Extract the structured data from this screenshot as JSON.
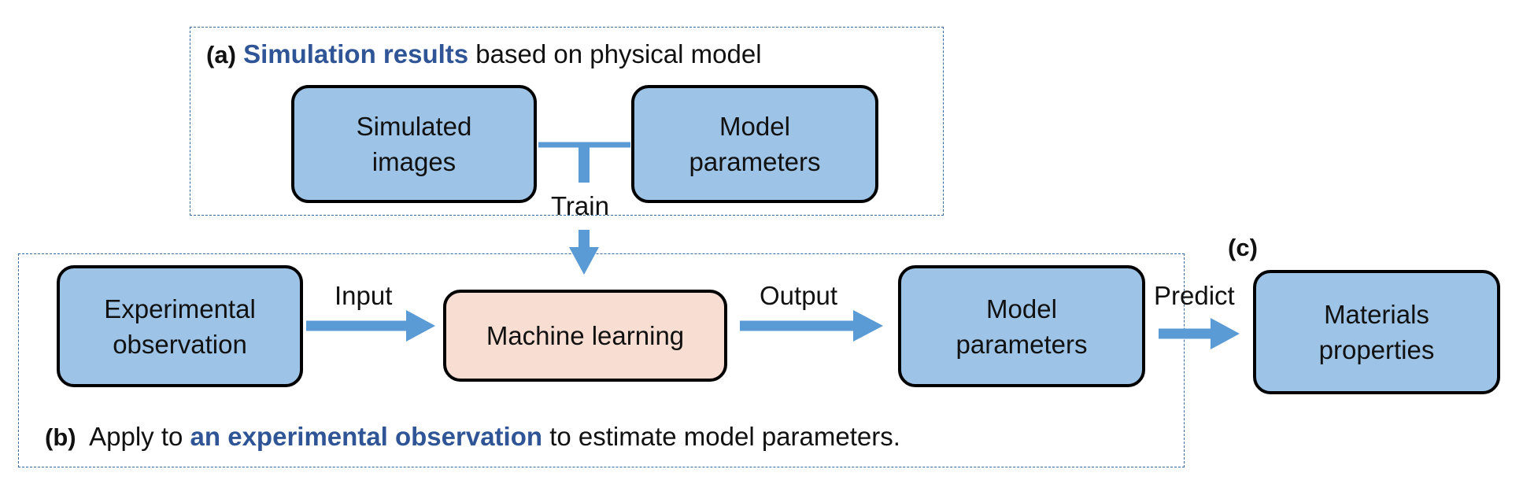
{
  "colors": {
    "box_fill": "#9dc3e6",
    "ml_fill": "#f8ddd2",
    "arrow": "#5b9bd5",
    "accent_text": "#2f5597",
    "dashed_border": "#3a6a9c"
  },
  "panel_a": {
    "letter": "(a)",
    "accent": "Simulation results",
    "rest": " based on physical model",
    "boxes": {
      "simulated_images": "Simulated\nimages",
      "model_parameters": "Model\nparameters"
    }
  },
  "panel_b": {
    "letter": "(b)",
    "pre": "Apply to ",
    "accent": "an experimental observation",
    "post": " to estimate model parameters.",
    "boxes": {
      "experimental_observation": "Experimental\nobservation",
      "machine_learning": "Machine learning",
      "model_parameters": "Model\nparameters"
    }
  },
  "panel_c": {
    "letter": "(c)",
    "boxes": {
      "materials_properties": "Materials\nproperties"
    }
  },
  "arrow_labels": {
    "train": "Train",
    "input": "Input",
    "output": "Output",
    "predict": "Predict"
  }
}
